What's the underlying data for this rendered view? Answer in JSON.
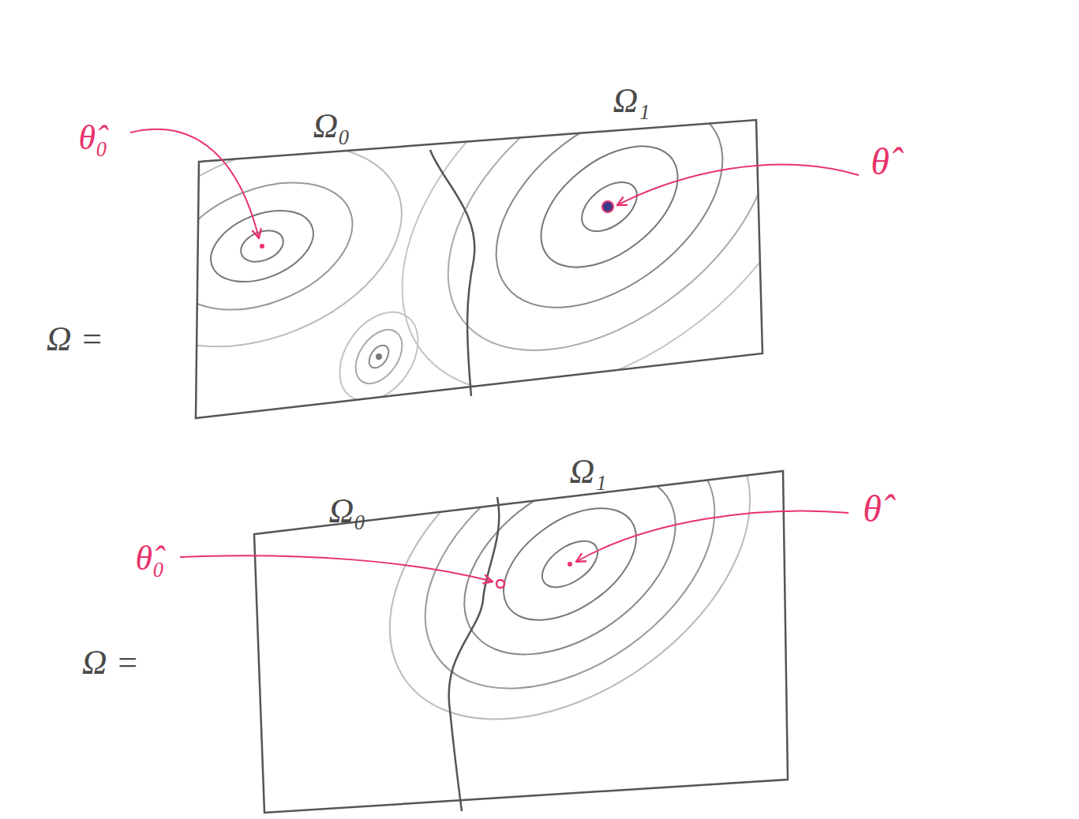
{
  "diagram": {
    "labels": [
      "θ̂₀",
      "Ω₀",
      "Ω₁",
      "θ̂",
      "Ω =",
      "Ω₀",
      "Ω₁",
      "θ̂₀",
      "θ̂",
      "Ω ="
    ]
  }
}
